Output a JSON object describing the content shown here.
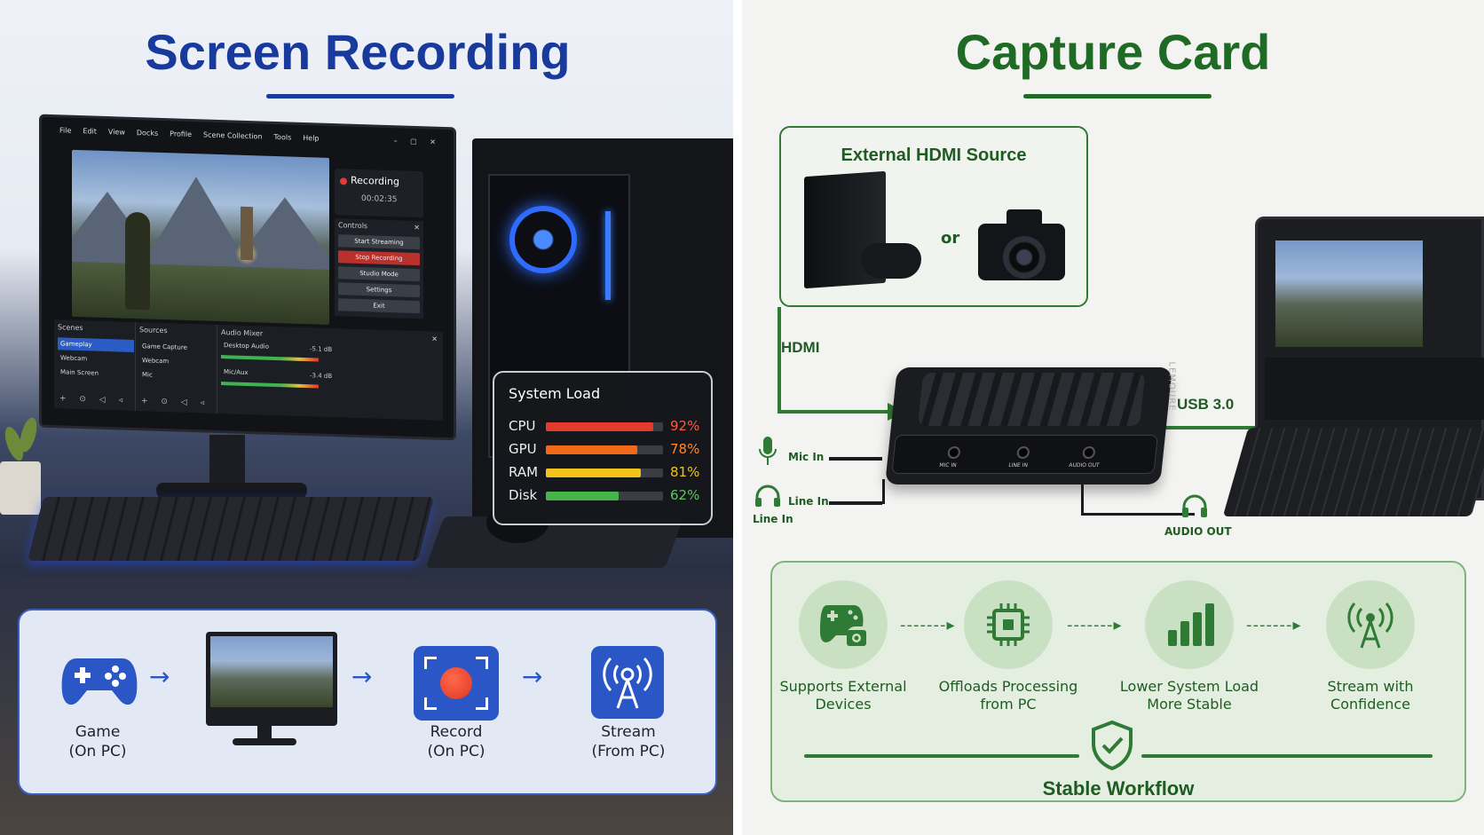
{
  "left": {
    "title": "Screen Recording",
    "obs": {
      "menu": [
        "File",
        "Edit",
        "View",
        "Docks",
        "Profile",
        "Scene Collection",
        "Tools",
        "Help"
      ],
      "window_controls": "– ▢ ✕",
      "recording_label": "Recording",
      "recording_time": "00:02:35",
      "controls_title": "Controls",
      "controls_close": "✕",
      "buttons": [
        "Start Streaming",
        "Stop Recording",
        "Studio Mode",
        "Settings",
        "Exit"
      ],
      "scenes_title": "Scenes",
      "scenes": [
        "Gameplay",
        "Webcam",
        "Main Screen"
      ],
      "sources_title": "Sources",
      "sources": [
        "Game Capture",
        "Webcam",
        "Mic"
      ],
      "mixer_title": "Audio Mixer",
      "mixer_close": "✕",
      "mixer": [
        {
          "name": "Desktop Audio",
          "db": "-5.1 dB"
        },
        {
          "name": "Mic/Aux",
          "db": "-3.4 dB"
        }
      ],
      "dock_footer": "+ ⊙ ◁ ◃"
    },
    "system_load": {
      "title": "System Load",
      "rows": [
        {
          "label": "CPU",
          "value": "92%",
          "level": 0.92,
          "color": "#e53b2f",
          "text_color": "#ff5a3c"
        },
        {
          "label": "GPU",
          "value": "78%",
          "level": 0.78,
          "color": "#f06a1a",
          "text_color": "#ff8a2a"
        },
        {
          "label": "RAM",
          "value": "81%",
          "level": 0.81,
          "color": "#f2c21b",
          "text_color": "#f2c21b"
        },
        {
          "label": "Disk",
          "value": "62%",
          "level": 0.62,
          "color": "#46b34b",
          "text_color": "#5cc85f"
        }
      ]
    },
    "flow": [
      {
        "line1": "Game",
        "line2": "(On PC)"
      },
      {
        "line1": "Record",
        "line2": "(On PC)"
      },
      {
        "line1": "Stream",
        "line2": "(From PC)"
      }
    ],
    "arrow": "→"
  },
  "right": {
    "title": "Capture Card",
    "hdmi_source": "External HDMI Source",
    "or": "or",
    "hdmi": "HDMI",
    "usb": "USB 3.0",
    "mic_in": "Mic In",
    "line_in": "Line In",
    "line_in_label": "Line In",
    "audio_out": "AUDIO OUT",
    "device_brand": "LEMOURE",
    "ports": [
      "MIC IN",
      "LINE IN",
      "AUDIO OUT"
    ],
    "features": [
      {
        "line1": "Supports External",
        "line2": "Devices",
        "icon": "gamepad-camera-icon"
      },
      {
        "line1": "Offloads Processing",
        "line2": "from PC",
        "icon": "chip-icon"
      },
      {
        "line1": "Lower System Load",
        "line2": "More Stable",
        "icon": "bars-icon"
      },
      {
        "line1": "Stream with",
        "line2": "Confidence",
        "icon": "broadcast-icon"
      }
    ],
    "dashes": "-------▸",
    "stable": "Stable Workflow"
  },
  "colors": {
    "left_accent": "#173a9c",
    "right_accent": "#1f6b25"
  }
}
